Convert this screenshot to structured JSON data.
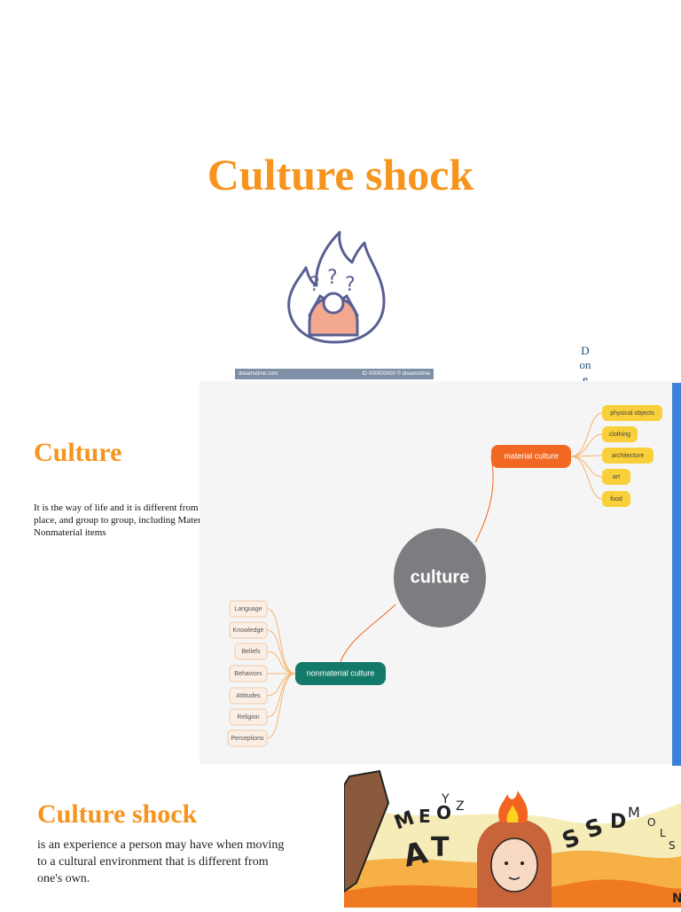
{
  "slide1": {
    "title": "Culture shock",
    "watermark": "dreamstime.com",
    "watermark_right": "ID 000000000 © dreamstime",
    "done_lines": [
      "D",
      "on",
      "e"
    ]
  },
  "slide2": {
    "title": "Culture",
    "description_lines": [
      "It is the way of life and it is different from",
      "place, and group to group, including  Material and",
      "Nonmaterial  items"
    ],
    "mindmap": {
      "center": "culture",
      "material": {
        "label": "material culture",
        "items": [
          "physical objects",
          "clothing",
          "architecture",
          "art",
          "food"
        ]
      },
      "nonmaterial": {
        "label": "nonmaterial culture",
        "items": [
          "Language",
          "Knowledge",
          "Beliefs",
          "Behaviors",
          "Attitudes",
          "Religion",
          "Perceptions"
        ]
      }
    },
    "colors": {
      "center": "#7b7d80",
      "material": "#f26722",
      "nonmaterial": "#137a6a",
      "material_item": "#f9cf3a",
      "nonmaterial_item": "#fbeee4"
    }
  },
  "slide3": {
    "title": "Culture shock",
    "description": "is an experience a person may have when moving to a cultural environment that is different from one's own."
  }
}
